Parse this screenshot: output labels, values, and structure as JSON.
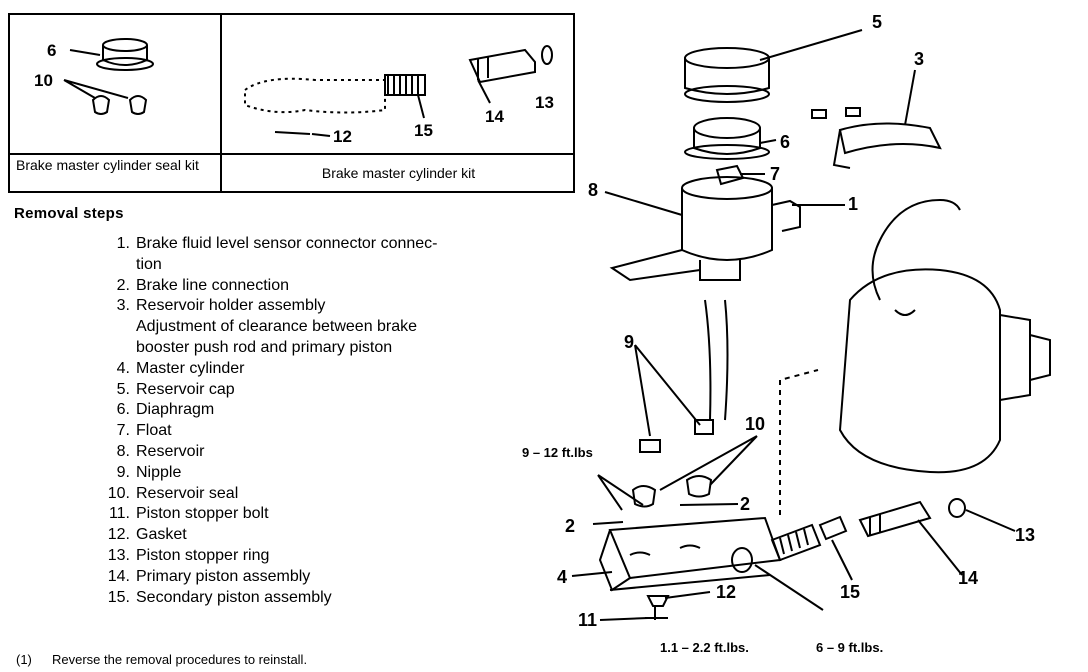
{
  "kit_table": {
    "seal_kit_label": "Brake master cylinder seal kit",
    "kit_label": "Brake master cylinder kit",
    "seal_kit_callouts": [
      "6",
      "10"
    ],
    "kit_callouts": [
      "12",
      "15",
      "14",
      "13"
    ]
  },
  "removal": {
    "title": "Removal steps",
    "steps": [
      {
        "num": "1.",
        "text": "Brake fluid level sensor connector connec-\ntion"
      },
      {
        "num": "2.",
        "text": "Brake line connection"
      },
      {
        "num": "3.",
        "text": "Reservoir holder assembly\nAdjustment of clearance between brake\nbooster push rod and primary piston"
      },
      {
        "num": "4.",
        "text": "Master cylinder"
      },
      {
        "num": "5.",
        "text": "Reservoir cap"
      },
      {
        "num": "6.",
        "text": "Diaphragm"
      },
      {
        "num": "7.",
        "text": "Float"
      },
      {
        "num": "8.",
        "text": "Reservoir"
      },
      {
        "num": "9.",
        "text": "Nipple"
      },
      {
        "num": "10.",
        "text": "Reservoir seal"
      },
      {
        "num": "11.",
        "text": "Piston stopper bolt"
      },
      {
        "num": "12.",
        "text": "Gasket"
      },
      {
        "num": "13.",
        "text": "Piston stopper ring"
      },
      {
        "num": "14.",
        "text": "Primary piston assembly"
      },
      {
        "num": "15.",
        "text": "Secondary piston assembly"
      }
    ]
  },
  "note": {
    "tag": "(1)",
    "text": "Reverse the removal procedures to reinstall."
  },
  "diagram": {
    "callouts": [
      "5",
      "3",
      "6",
      "7",
      "8",
      "1",
      "9",
      "10",
      "2",
      "2",
      "4",
      "12",
      "11",
      "15",
      "14",
      "13"
    ],
    "torque_nipple": "9 – 12 ft.lbs",
    "torque_bolt": "1.1 – 2.2 ft.lbs.",
    "torque_line": "6 – 9 ft.lbs."
  }
}
